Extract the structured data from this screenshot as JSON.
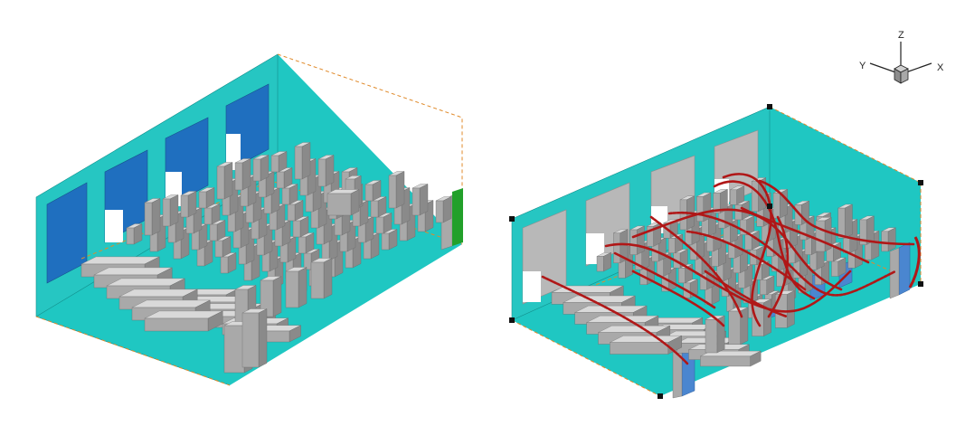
{
  "axes_triad": {
    "z_label": "Z",
    "y_label": "Y",
    "x_label": "X"
  },
  "colors": {
    "floor": "#1fc7c2",
    "wall": "#26c6c2",
    "wall_edge": "#138f8c",
    "window_blue": "#1f6fbf",
    "window_gray": "#b8b8b8",
    "vent_blue": "#4a86d0",
    "inlet_green": "#22a02a",
    "box_front": "#a9a9a9",
    "box_top": "#d9d9d9",
    "box_side": "#8a8a8a",
    "dash": "#e08a2a",
    "streamline": "#b01717",
    "handle": "#111111",
    "triad_cube": "#9a9a9a"
  },
  "panels": [
    {
      "name": "room-geometry",
      "streamlines": false
    },
    {
      "name": "room-streamlines",
      "streamlines": true
    }
  ]
}
